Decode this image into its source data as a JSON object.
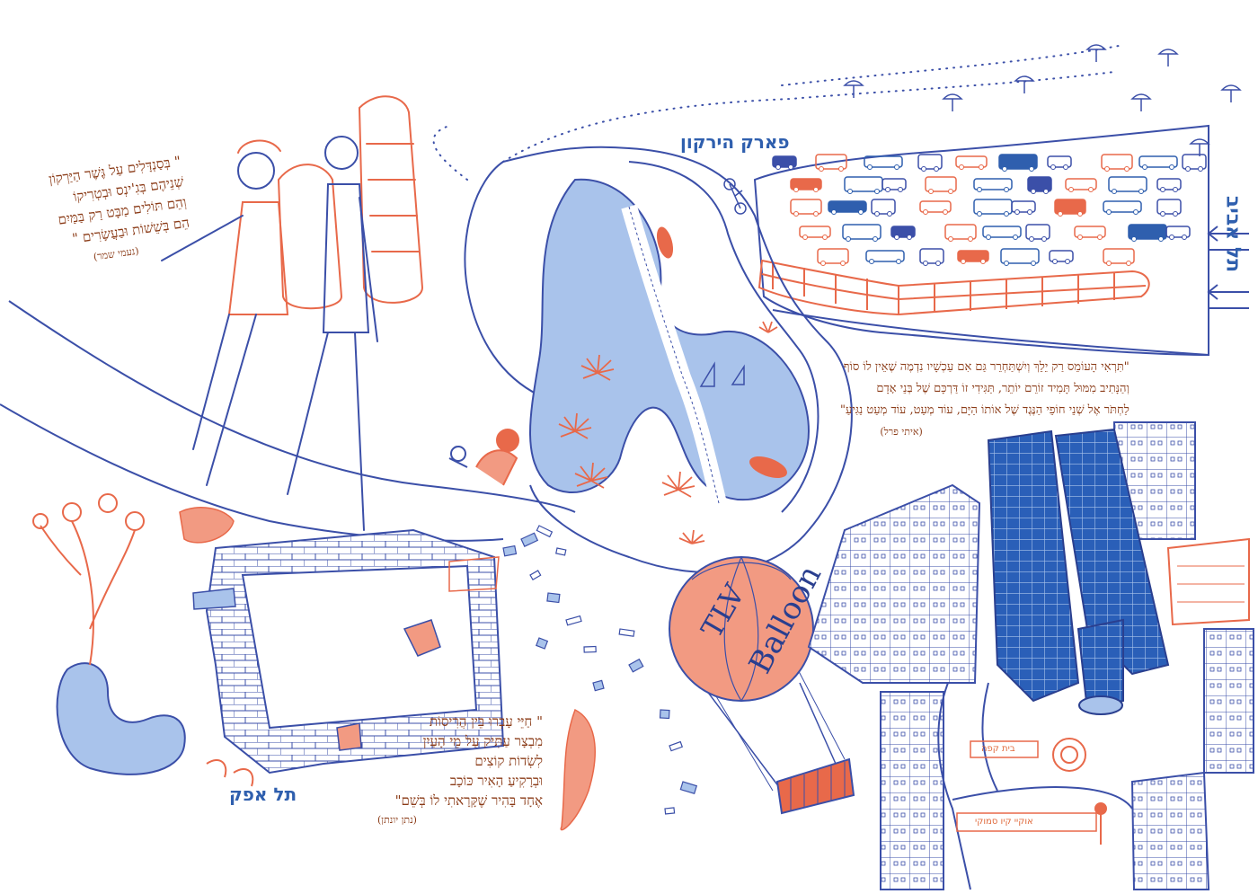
{
  "places": {
    "yarkon_park": "פארק הירקון",
    "tel_aviv": "תל אביב",
    "tel_afek": "תל אפק"
  },
  "quotes": {
    "hikers": {
      "lines": [
        "\" בְּסַנְדָּלִים עַל גֶּשֶׁר הַיַּרְקוֹן",
        "שְׁנֵיהֶם בְּגִ'ינְס וּבְטְרִיקוֹ",
        "וְהֵם תּוֹלִים מַבָּט רַק בַּמַּיִם",
        "הֵם בְּשֵׁשׁוֹת וּבַעֲשָׂרִים \""
      ],
      "credit": "(נעמי שמר)"
    },
    "river": {
      "lines": [
        "\"תִּרְאִי הָעוֹמֵס רַק יֵלֵךְ וְיִשְׁתַּחְרֵר גַּם אִם עַכְשָׁיו נִדְמֶה שֶׁאֵין לוֹ סוֹף",
        "וְהַנָּתִיב מִמּוּל תָּמִיד זוֹרֵם יוֹתֵר, תַּגִּידִי זוֹ דַּרְכָּם שֶׁל בְּנֵי אָדָם",
        "לַחְתֹּר אֶל שְׁנֵי חוֹפֵי הַנֶּגֶד שֶׁל אוֹתוֹ הַיָּם, עוֹד מְעַט, עוֹד מְעַט נַגִּיעַ\""
      ],
      "credit": "(איתי פרל)"
    },
    "ruins": {
      "lines": [
        "\" חַיֵּי עָבְרוּ בֵּין הֲרִיסוֹת",
        "מִבְצָר עַתִּיק עַל מֵי הָעַיִן",
        "לִשְׂדוֹת קוֹצִים",
        "וּבְרָקִיעַ הָאִיר כּוֹכָב",
        "אֶחָד בָּהִיר שֶׁקָּרָאתִי לוֹ בְּשֵׁם\""
      ],
      "credit": "(נתן יונתן)"
    }
  },
  "balloon": {
    "line1": "TLV",
    "line2": "Balloon"
  },
  "shops": {
    "cafe": "בית קפה",
    "store": "אוקיי קיו סמוקי"
  },
  "colors": {
    "blue": "#2f5fae",
    "light_blue": "#a9c3eb",
    "orange": "#e8694a",
    "salmon": "#f29a82",
    "brown": "#8a3a16",
    "ink": "#3b4fa8"
  }
}
